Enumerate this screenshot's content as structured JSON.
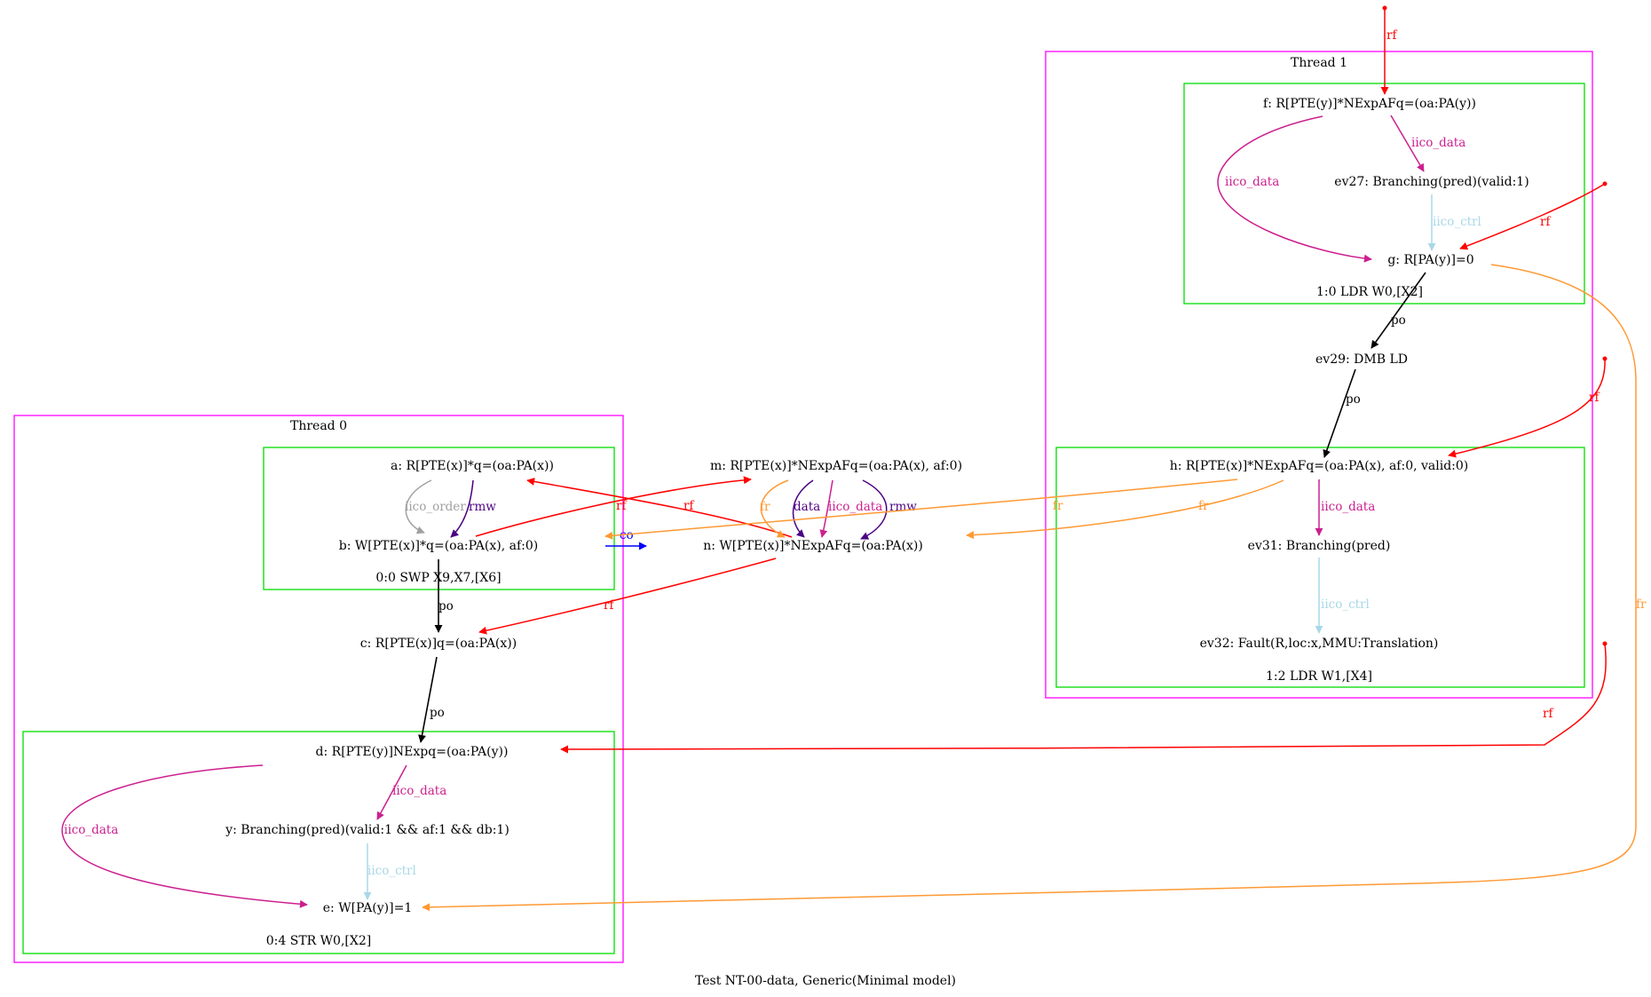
{
  "caption": "Test NT-00-data, Generic(Minimal model)",
  "colors": {
    "rf": "#ff0000",
    "fr": "#ff9933",
    "iico_data": "#cc1f8f",
    "iico_ctrl": "#a8d8e8",
    "iico_order": "#a0a0a0",
    "rmw": "#4b0082",
    "data": "#4b0082",
    "po": "#000000",
    "co": "#0000ff",
    "thread_border": "#ff00ff",
    "instr_border": "#00dd00"
  },
  "threads": [
    {
      "title": "Thread 0"
    },
    {
      "title": "Thread 1"
    }
  ],
  "instructions": [
    {
      "label": "0:0 SWP X9,X7,[X6]"
    },
    {
      "label": "0:4 STR W0,[X2]"
    },
    {
      "label": "1:0 LDR W0,[X2]"
    },
    {
      "label": "1:2 LDR W1,[X4]"
    }
  ],
  "nodes": [
    {
      "id": "a",
      "label": "a: R[PTE(x)]*q=(oa:PA(x))"
    },
    {
      "id": "b",
      "label": "b: W[PTE(x)]*q=(oa:PA(x), af:0)"
    },
    {
      "id": "c",
      "label": "c: R[PTE(x)]q=(oa:PA(x))"
    },
    {
      "id": "d",
      "label": "d: R[PTE(y)]NExpq=(oa:PA(y))"
    },
    {
      "id": "y",
      "label": "y: Branching(pred)(valid:1 && af:1 && db:1)"
    },
    {
      "id": "e",
      "label": "e: W[PA(y)]=1"
    },
    {
      "id": "m",
      "label": "m: R[PTE(x)]*NExpAFq=(oa:PA(x), af:0)"
    },
    {
      "id": "n",
      "label": "n: W[PTE(x)]*NExpAFq=(oa:PA(x))"
    },
    {
      "id": "f",
      "label": "f: R[PTE(y)]*NExpAFq=(oa:PA(y))"
    },
    {
      "id": "ev27",
      "label": "ev27: Branching(pred)(valid:1)"
    },
    {
      "id": "g",
      "label": "g: R[PA(y)]=0"
    },
    {
      "id": "ev29",
      "label": "ev29: DMB LD"
    },
    {
      "id": "h",
      "label": "h: R[PTE(x)]*NExpAFq=(oa:PA(x), af:0, valid:0)"
    },
    {
      "id": "ev31",
      "label": "ev31: Branching(pred)"
    },
    {
      "id": "ev32",
      "label": "ev32: Fault(R,loc:x,MMU:Translation)"
    }
  ],
  "edges": [
    {
      "from": "a",
      "to": "b",
      "label": "iico_order",
      "kind": "iico_order"
    },
    {
      "from": "a",
      "to": "b",
      "label": "rmw",
      "kind": "rmw"
    },
    {
      "from": "b",
      "to": "c",
      "label": "po",
      "kind": "po"
    },
    {
      "from": "b",
      "to": "m",
      "label": "rf",
      "kind": "rf"
    },
    {
      "from": "b",
      "to": "n",
      "label": "co",
      "kind": "co"
    },
    {
      "from": "n",
      "to": "a",
      "label": "rf",
      "kind": "rf"
    },
    {
      "from": "n",
      "to": "c",
      "label": "rf",
      "kind": "rf"
    },
    {
      "from": "c",
      "to": "d",
      "label": "po",
      "kind": "po"
    },
    {
      "from": "d",
      "to": "y",
      "label": "iico_data",
      "kind": "iico_data"
    },
    {
      "from": "d",
      "to": "e",
      "label": "iico_data",
      "kind": "iico_data"
    },
    {
      "from": "y",
      "to": "e",
      "label": "iico_ctrl",
      "kind": "iico_ctrl"
    },
    {
      "from": "m",
      "to": "n",
      "label": "fr",
      "kind": "fr"
    },
    {
      "from": "m",
      "to": "n",
      "label": "data",
      "kind": "data"
    },
    {
      "from": "m",
      "to": "n",
      "label": "iico_data",
      "kind": "iico_data"
    },
    {
      "from": "m",
      "to": "n",
      "label": "rmw",
      "kind": "rmw"
    },
    {
      "from": "init",
      "to": "f",
      "label": "rf",
      "kind": "rf"
    },
    {
      "from": "f",
      "to": "ev27",
      "label": "iico_data",
      "kind": "iico_data"
    },
    {
      "from": "f",
      "to": "g",
      "label": "iico_data",
      "kind": "iico_data"
    },
    {
      "from": "ev27",
      "to": "g",
      "label": "iico_ctrl",
      "kind": "iico_ctrl"
    },
    {
      "from": "init",
      "to": "g",
      "label": "rf",
      "kind": "rf"
    },
    {
      "from": "g",
      "to": "ev29",
      "label": "po",
      "kind": "po"
    },
    {
      "from": "g",
      "to": "e",
      "label": "fr",
      "kind": "fr"
    },
    {
      "from": "ev29",
      "to": "h",
      "label": "po",
      "kind": "po"
    },
    {
      "from": "init",
      "to": "h",
      "label": "rf",
      "kind": "rf"
    },
    {
      "from": "h",
      "to": "ev31",
      "label": "iico_data",
      "kind": "iico_data"
    },
    {
      "from": "h",
      "to": "b",
      "label": "fr",
      "kind": "fr"
    },
    {
      "from": "h",
      "to": "n",
      "label": "fr",
      "kind": "fr"
    },
    {
      "from": "ev31",
      "to": "ev32",
      "label": "iico_ctrl",
      "kind": "iico_ctrl"
    },
    {
      "from": "init",
      "to": "d",
      "label": "rf",
      "kind": "rf"
    }
  ]
}
